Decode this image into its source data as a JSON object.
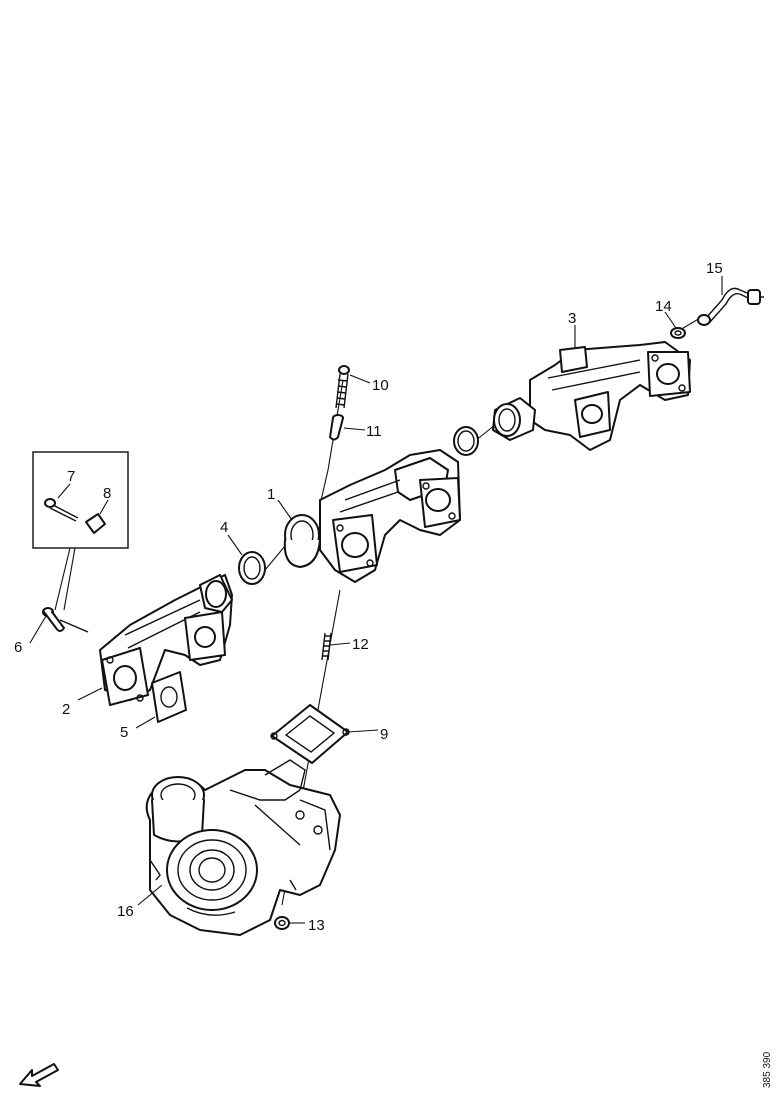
{
  "drawing_id": "385 390",
  "callouts": [
    {
      "id": "c1",
      "text": "1"
    },
    {
      "id": "c2",
      "text": "2"
    },
    {
      "id": "c3",
      "text": "3"
    },
    {
      "id": "c4",
      "text": "4"
    },
    {
      "id": "c5",
      "text": "5"
    },
    {
      "id": "c6",
      "text": "6"
    },
    {
      "id": "c7",
      "text": "7"
    },
    {
      "id": "c8",
      "text": "8"
    },
    {
      "id": "c9",
      "text": "9"
    },
    {
      "id": "c10",
      "text": "10"
    },
    {
      "id": "c11",
      "text": "11"
    },
    {
      "id": "c12",
      "text": "12"
    },
    {
      "id": "c13",
      "text": "13"
    },
    {
      "id": "c14",
      "text": "14"
    },
    {
      "id": "c15",
      "text": "15"
    },
    {
      "id": "c16",
      "text": "16"
    }
  ],
  "parts": {
    "1": "exhaust-manifold-center",
    "2": "exhaust-manifold-left",
    "3": "exhaust-manifold-right",
    "4": "sealing-ring",
    "5": "gasket",
    "6": "sleeve",
    "7": "screw",
    "8": "sleeve",
    "9": "gasket",
    "10": "stud",
    "11": "spacer-sleeve",
    "12": "stud",
    "13": "nut",
    "14": "nut",
    "15": "pipe",
    "16": "turbocharger"
  }
}
